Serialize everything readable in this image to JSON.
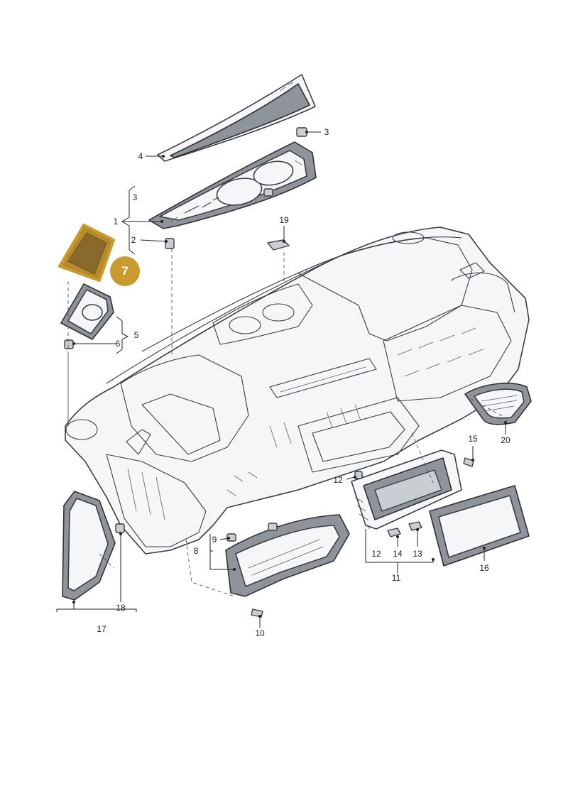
{
  "diagram": {
    "highlight_color": "#c99a2e",
    "highlighted_part": "7",
    "callouts": {
      "c1": "1",
      "c2": "2",
      "c3a": "3",
      "c3b": "3",
      "c4": "4",
      "c5": "5",
      "c6": "6",
      "c8": "8",
      "c9": "9",
      "c10": "10",
      "c11": "11",
      "c12a": "12",
      "c12b": "12",
      "c13": "13",
      "c14": "14",
      "c15": "15",
      "c16": "16",
      "c17": "17",
      "c18": "18",
      "c19": "19",
      "c20": "20"
    }
  }
}
